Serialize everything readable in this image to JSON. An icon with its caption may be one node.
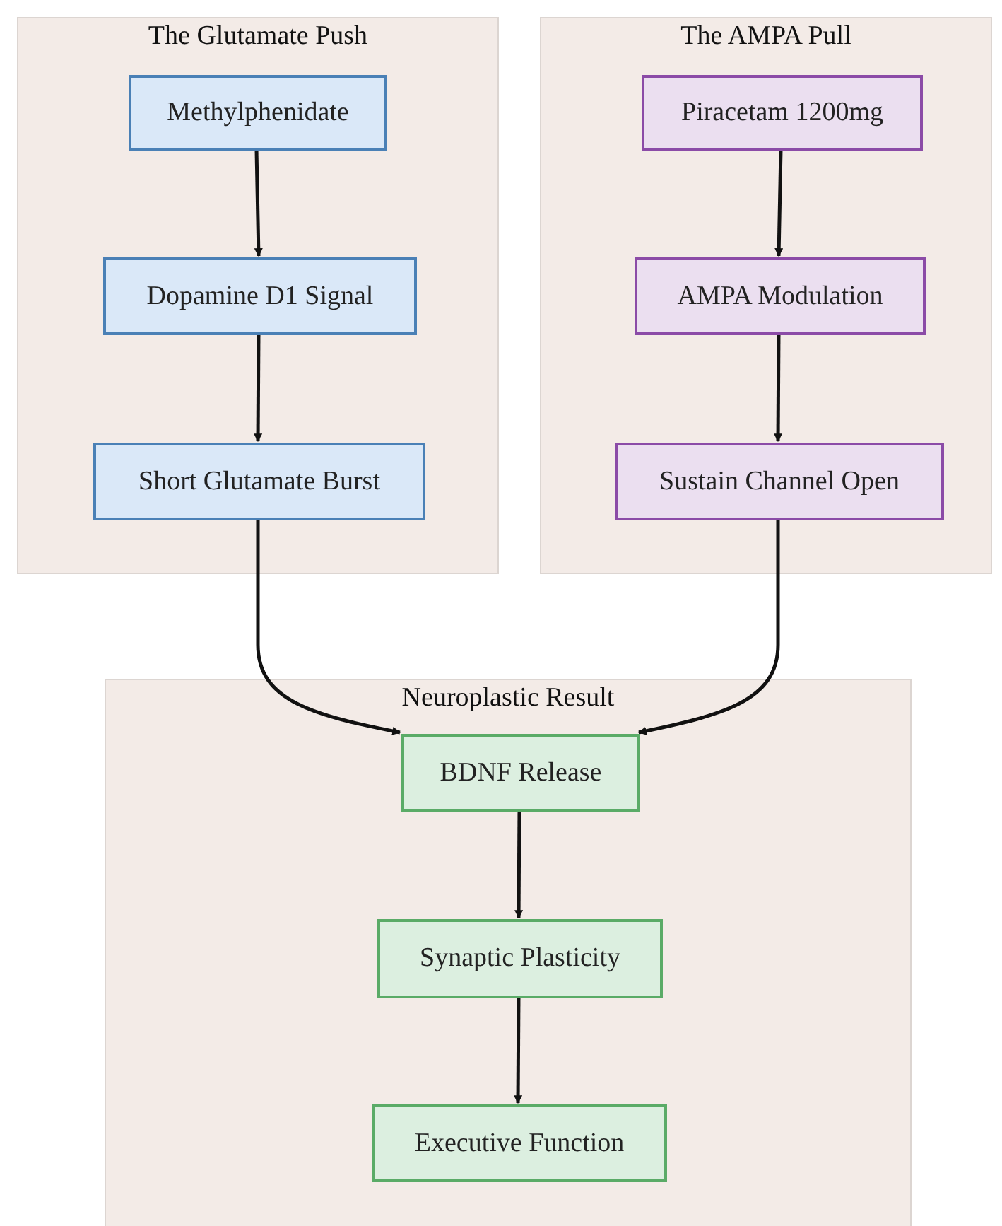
{
  "diagram": {
    "nodes": [
      {
        "text": [
          "The Glutamate Push"
        ]
      },
      {
        "text": [
          "Methylphenidate"
        ],
        "in": 0
      },
      {
        "text": [
          "Dopamine D1 Signal"
        ],
        "in": 0
      },
      {
        "text": [
          "Short Glutamate Burst"
        ],
        "in": 0
      },
      {
        "text": [
          "The AMPA Pull"
        ]
      },
      {
        "text": [
          "Piracetam 1200mg"
        ],
        "in": 4
      },
      {
        "text": [
          "AMPA Modulation"
        ],
        "in": 4
      },
      {
        "text": [
          "Sustain Channel Open"
        ],
        "in": 4
      },
      {
        "text": [
          "Neuroplastic Result"
        ]
      },
      {
        "text": [
          "BDNF Release"
        ],
        "in": 8
      },
      {
        "text": [
          "Synaptic Plasticity"
        ],
        "in": 8
      },
      {
        "text": [
          "Executive Function"
        ],
        "in": 8
      }
    ],
    "edges": [
      {
        "from": 1,
        "to": 2,
        "arrow": "to"
      },
      {
        "from": 2,
        "to": 3,
        "arrow": "to"
      },
      {
        "from": 5,
        "to": 6,
        "arrow": "to"
      },
      {
        "from": 6,
        "to": 7,
        "arrow": "to"
      },
      {
        "from": 3,
        "to": 9,
        "arrow": "to"
      },
      {
        "from": 7,
        "to": 9,
        "arrow": "to"
      },
      {
        "from": 9,
        "to": 10,
        "arrow": "to"
      },
      {
        "from": 10,
        "to": 11,
        "arrow": "to"
      }
    ]
  }
}
